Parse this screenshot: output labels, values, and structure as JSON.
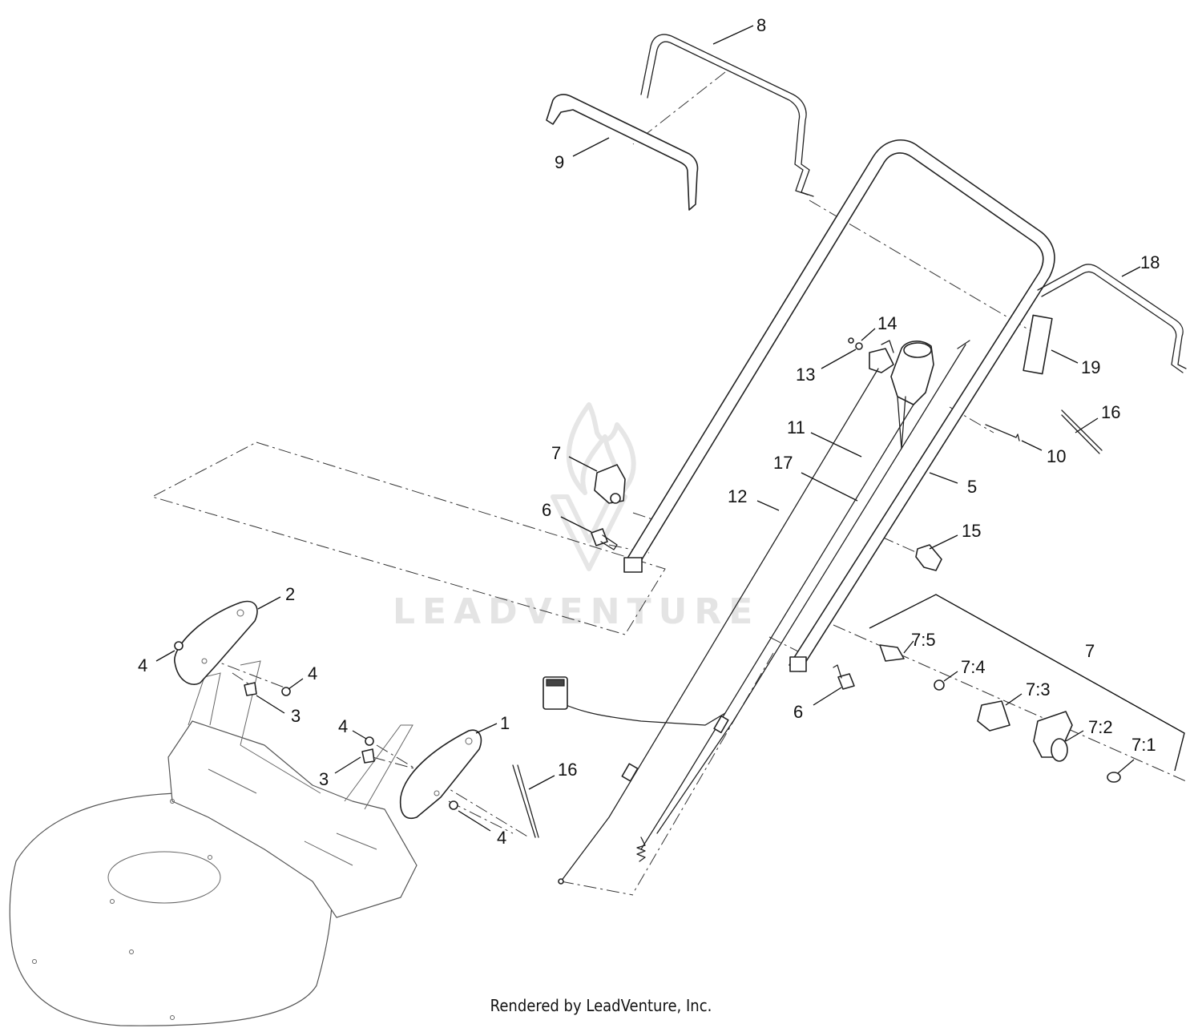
{
  "watermark": {
    "text": "LEADVENTURE"
  },
  "footer": {
    "text": "Rendered by LeadVenture, Inc."
  },
  "callouts": [
    {
      "id": "label-8",
      "text": "8"
    },
    {
      "id": "label-9",
      "text": "9"
    },
    {
      "id": "label-18",
      "text": "18"
    },
    {
      "id": "label-14",
      "text": "14"
    },
    {
      "id": "label-13",
      "text": "13"
    },
    {
      "id": "label-19",
      "text": "19"
    },
    {
      "id": "label-16-top",
      "text": "16"
    },
    {
      "id": "label-11",
      "text": "11"
    },
    {
      "id": "label-10",
      "text": "10"
    },
    {
      "id": "label-7-left",
      "text": "7"
    },
    {
      "id": "label-17",
      "text": "17"
    },
    {
      "id": "label-5",
      "text": "5"
    },
    {
      "id": "label-6-left",
      "text": "6"
    },
    {
      "id": "label-12",
      "text": "12"
    },
    {
      "id": "label-15",
      "text": "15"
    },
    {
      "id": "label-2",
      "text": "2"
    },
    {
      "id": "label-4-a",
      "text": "4"
    },
    {
      "id": "label-4-b",
      "text": "4"
    },
    {
      "id": "label-3-a",
      "text": "3"
    },
    {
      "id": "label-7-5",
      "text": "7:5"
    },
    {
      "id": "label-7-right",
      "text": "7"
    },
    {
      "id": "label-7-4",
      "text": "7:4"
    },
    {
      "id": "label-6-right",
      "text": "6"
    },
    {
      "id": "label-7-3",
      "text": "7:3"
    },
    {
      "id": "label-1",
      "text": "1"
    },
    {
      "id": "label-4-c",
      "text": "4"
    },
    {
      "id": "label-3-b",
      "text": "3"
    },
    {
      "id": "label-16-bottom",
      "text": "16"
    },
    {
      "id": "label-7-2",
      "text": "7:2"
    },
    {
      "id": "label-7-1",
      "text": "7:1"
    },
    {
      "id": "label-4-d",
      "text": "4"
    }
  ]
}
